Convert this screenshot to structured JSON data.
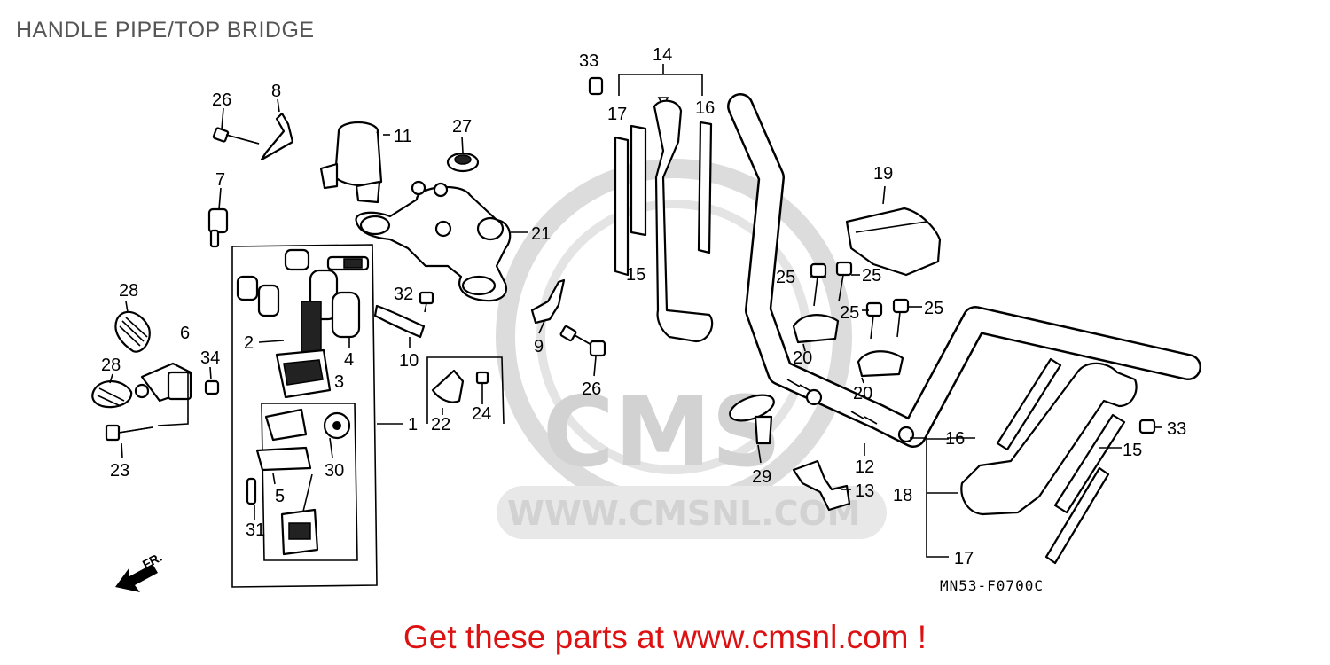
{
  "title": "HANDLE PIPE/TOP BRIDGE",
  "diagram_code": "MN53-F0700C",
  "front_marker": "FR.",
  "watermark": {
    "brand": "CMS",
    "url": "WWW.CMSNL.COM"
  },
  "cta": "Get these parts at www.cmsnl.com !",
  "colors": {
    "title": "#555555",
    "cta": "#dd1111",
    "watermark": "#d2d2d2",
    "line": "#000000"
  },
  "callouts": [
    "1",
    "2",
    "3",
    "4",
    "5",
    "6",
    "7",
    "8",
    "9",
    "10",
    "11",
    "12",
    "13",
    "14",
    "15",
    "15",
    "16",
    "16",
    "17",
    "17",
    "18",
    "19",
    "20",
    "20",
    "21",
    "22",
    "23",
    "24",
    "25",
    "25",
    "25",
    "25",
    "26",
    "26",
    "27",
    "28",
    "28",
    "29",
    "30",
    "31",
    "32",
    "33",
    "33",
    "34"
  ]
}
